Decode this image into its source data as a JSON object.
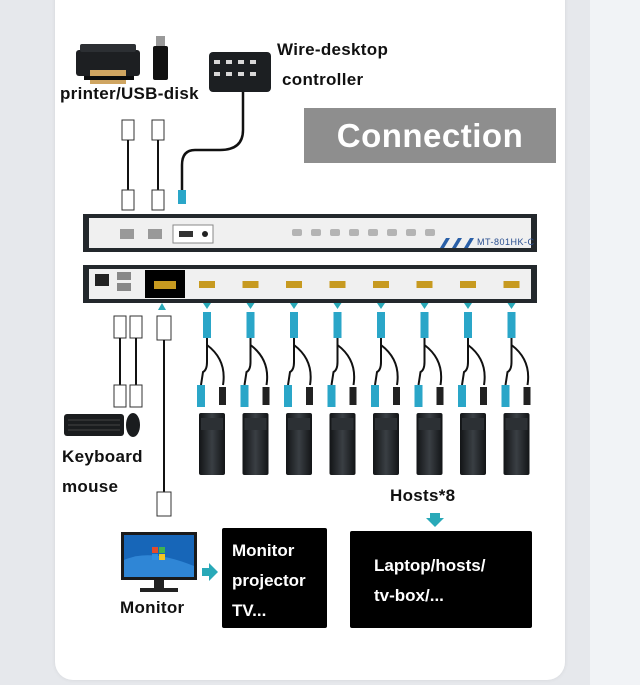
{
  "labels": {
    "peripheral": "printer/USB-disk",
    "controller_line1": "Wire-desktop",
    "controller_line2": "controller",
    "connection": "Connection",
    "keyboard": "Keyboard",
    "mouse": "mouse",
    "hosts_count": "Hosts*8",
    "monitor": "Monitor",
    "displays_line1": "Monitor",
    "displays_line2": "projector",
    "displays_line3": "TV...",
    "hosts_line1": "Laptop/hosts/",
    "hosts_line2": "tv-box/...",
    "model": "MT-801HK-C"
  },
  "colors": {
    "accent_cable_end": "#2aa6c8",
    "arrow": "#29a9b8",
    "connection_banner": "#8e8e8e",
    "device_body": "#22272b"
  },
  "host_count": 8
}
